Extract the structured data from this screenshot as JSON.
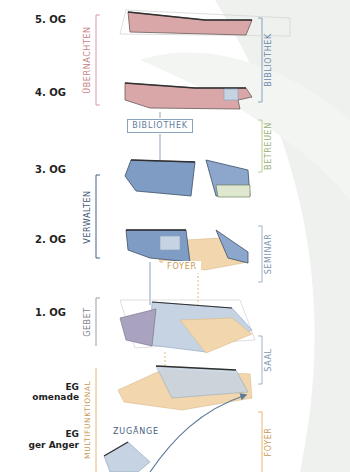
{
  "diagram": {
    "labels": [
      "5. OG",
      "4. OG",
      "3. OG",
      "2. OG",
      "1. OG",
      "EG",
      "omenade",
      "EG",
      "ger Anger",
      "ÜBERNACHTEN",
      "VERWALTEN",
      "GEBET",
      "MULTIFUNKTIONAL",
      "BIBLIOTHEK",
      "BETREUEN",
      "SEMINAR",
      "SAAL",
      "FOYER",
      "BIBLIOTHEK",
      "FOYER",
      "ZUGÄNGE"
    ]
  }
}
